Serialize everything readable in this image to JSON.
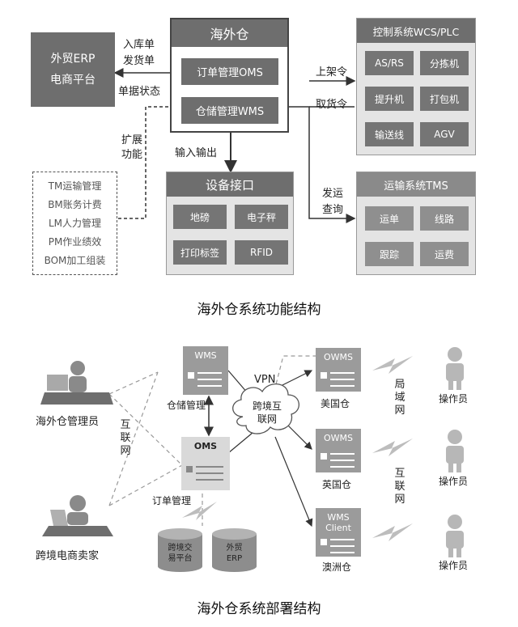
{
  "functional": {
    "erp_box": [
      "外贸ERP",
      "电商平台"
    ],
    "arrow_labels": {
      "inbound": "入库单",
      "outbound": "发货单",
      "doc_status": "单据状态",
      "extend": [
        "扩展",
        "功能"
      ],
      "io": "输入输出",
      "shelve": "上架令",
      "pick": "取货令",
      "ship_query": [
        "发运",
        "查询"
      ]
    },
    "warehouse_title": "海外仓",
    "oms": "订单管理OMS",
    "wms": "仓储管理WMS",
    "extensions": [
      "TM运输管理",
      "BM账务计费",
      "LM人力管理",
      "PM作业绩效",
      "BOM加工组装"
    ],
    "device": {
      "title": "设备接口",
      "items": [
        "地磅",
        "电子秤",
        "打印标签",
        "RFID"
      ]
    },
    "wcs": {
      "title": "控制系统WCS/PLC",
      "items": [
        "AS/RS",
        "分拣机",
        "提升机",
        "打包机",
        "输送线",
        "AGV"
      ]
    },
    "tms": {
      "title": "运输系统TMS",
      "items": [
        "运单",
        "线路",
        "跟踪",
        "运费"
      ]
    },
    "caption": "海外仓系统功能结构"
  },
  "deployment": {
    "wms_server": "WMS",
    "wms_label": "仓储管理",
    "oms_server": "OMS",
    "oms_label": "订单管理",
    "admin_label": "海外仓管理员",
    "seller_label": "跨境电商卖家",
    "internet_left": [
      "互",
      "联",
      "网"
    ],
    "vpn": "VPN",
    "cloud": [
      "跨境互",
      "联网"
    ],
    "platform_db": [
      "跨境交",
      "易平台"
    ],
    "erp_db": [
      "外贸",
      "ERP"
    ],
    "us": {
      "server": "OWMS",
      "label": "美国仓"
    },
    "uk": {
      "server": "OWMS",
      "label": "英国仓"
    },
    "au": {
      "server": [
        "WMS",
        "Client"
      ],
      "label": "澳洲仓"
    },
    "lan": [
      "局",
      "域",
      "网"
    ],
    "internet_right": [
      "互",
      "联",
      "网"
    ],
    "operator": "操作员",
    "caption": "海外仓系统部署结构"
  }
}
